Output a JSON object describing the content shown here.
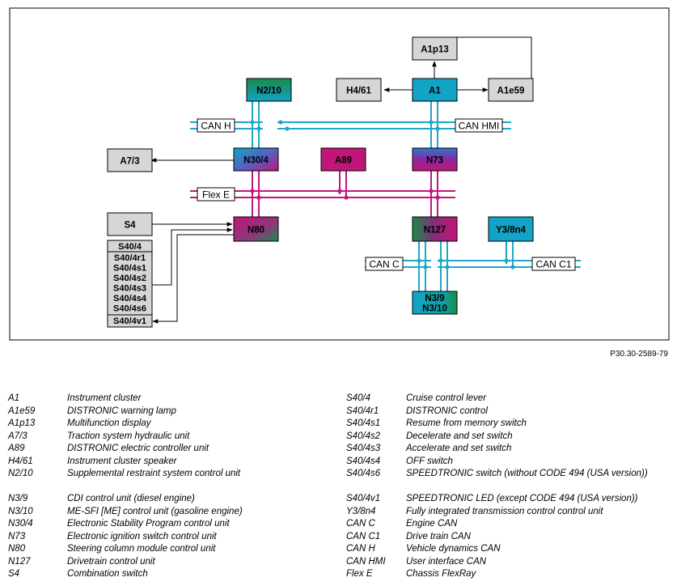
{
  "diagram": {
    "modules": {
      "a1p13": "A1p13",
      "h461": "H4/61",
      "a1": "A1",
      "a1e59": "A1e59",
      "n210": "N2/10",
      "a73": "A7/3",
      "n304": "N30/4",
      "a89": "A89",
      "n73": "N73",
      "s4": "S4",
      "n80": "N80",
      "n127": "N127",
      "y38n4": "Y3/8n4",
      "n39": "N3/9",
      "n310": "N3/10"
    },
    "buses": {
      "can_h": "CAN H",
      "can_hmi": "CAN HMI",
      "flex_e": "Flex E",
      "can_c": "CAN C",
      "can_c1": "CAN C1"
    },
    "s40_stack": [
      "S40/4",
      "S40/4r1",
      "S40/4s1",
      "S40/4s2",
      "S40/4s3",
      "S40/4s4",
      "S40/4s6",
      "S40/4v1"
    ],
    "reference": "P30.30-2589-79"
  },
  "legend": {
    "left": [
      {
        "code": "A1",
        "desc": "Instrument cluster"
      },
      {
        "code": "A1e59",
        "desc": "DISTRONIC warning lamp"
      },
      {
        "code": "A1p13",
        "desc": "Multifunction display"
      },
      {
        "code": "A7/3",
        "desc": "Traction system hydraulic unit"
      },
      {
        "code": "A89",
        "desc": "DISTRONIC electric controller unit"
      },
      {
        "code": "H4/61",
        "desc": "Instrument cluster speaker"
      },
      {
        "code": "N2/10",
        "desc": "Supplemental restraint system control unit"
      },
      {
        "code": "N3/9",
        "desc": "CDI control unit (diesel engine)"
      },
      {
        "code": "N3/10",
        "desc": "ME-SFI [ME] control unit (gasoline engine)"
      },
      {
        "code": "N30/4",
        "desc": "Electronic Stability Program control unit"
      },
      {
        "code": "N73",
        "desc": "Electronic ignition switch control unit"
      },
      {
        "code": "N80",
        "desc": "Steering column module control unit"
      },
      {
        "code": "N127",
        "desc": "Drivetrain control unit"
      },
      {
        "code": "S4",
        "desc": "Combination switch"
      }
    ],
    "right": [
      {
        "code": "S40/4",
        "desc": "Cruise control lever"
      },
      {
        "code": "S40/4r1",
        "desc": "DISTRONIC control"
      },
      {
        "code": "S40/4s1",
        "desc": "Resume from memory switch"
      },
      {
        "code": "S40/4s2",
        "desc": "Decelerate and set switch"
      },
      {
        "code": "S40/4s3",
        "desc": "Accelerate and set switch"
      },
      {
        "code": "S40/4s4",
        "desc": "OFF switch"
      },
      {
        "code": "S40/4s6",
        "desc": "SPEEDTRONIC switch (without CODE 494 (USA version))"
      },
      {
        "code": "S40/4v1",
        "desc": "SPEEDTRONIC LED (except CODE 494 (USA version))"
      },
      {
        "code": "Y3/8n4",
        "desc": "Fully integrated transmission control control unit"
      },
      {
        "code": "CAN C",
        "desc": "Engine CAN"
      },
      {
        "code": "CAN C1",
        "desc": "Drive train CAN"
      },
      {
        "code": "CAN H",
        "desc": "Vehicle dynamics CAN"
      },
      {
        "code": "CAN HMI",
        "desc": "User interface CAN"
      },
      {
        "code": "Flex E",
        "desc": "Chassis FlexRay"
      }
    ]
  },
  "colors": {
    "can_line": "#1ea7c9",
    "flex_line": "#c4147f",
    "gray_box": "#d6d6d6",
    "cyan_box": "#12a4c6",
    "magenta_box": "#c01579",
    "green_box": "#1a8a4a"
  }
}
